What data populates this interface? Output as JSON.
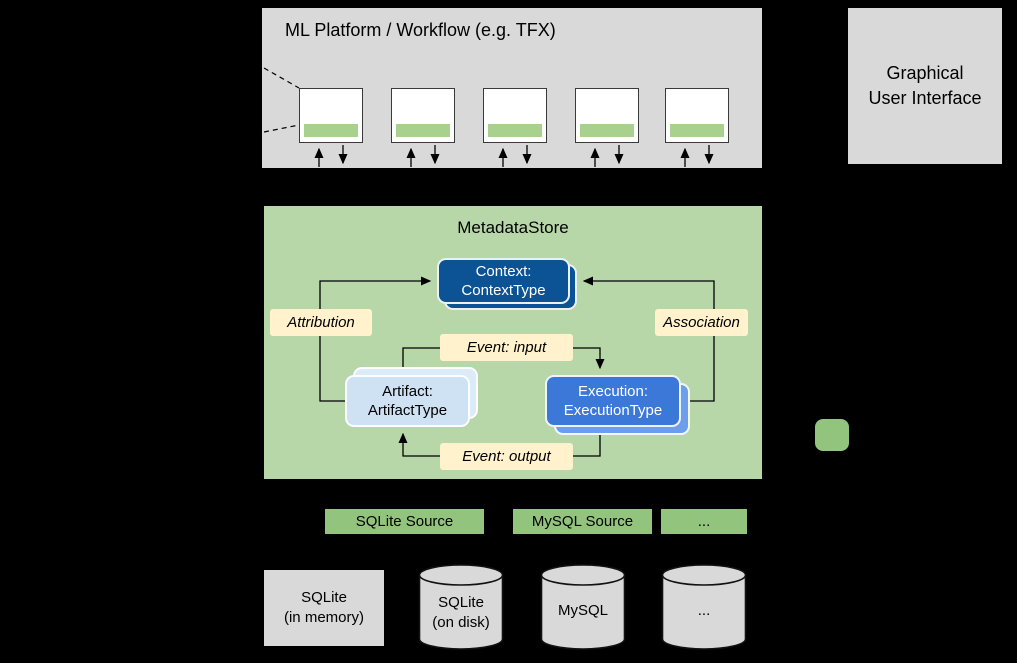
{
  "platform": {
    "title": "ML Platform / Workflow (e.g. TFX)"
  },
  "gui": {
    "line1": "Graphical",
    "line2": "User Interface"
  },
  "store": {
    "title": "MetadataStore",
    "context": {
      "line1": "Context:",
      "line2": "ContextType"
    },
    "artifact": {
      "line1": "Artifact:",
      "line2": "ArtifactType"
    },
    "execution": {
      "line1": "Execution:",
      "line2": "ExecutionType"
    },
    "labels": {
      "attribution": "Attribution",
      "association": "Association",
      "event_input": "Event: input",
      "event_output": "Event: output"
    }
  },
  "sources": [
    {
      "label": "SQLite Source"
    },
    {
      "label": "MySQL Source"
    },
    {
      "label": "..."
    }
  ],
  "storage": {
    "memory": {
      "line1": "SQLite",
      "line2": "(in memory)"
    },
    "cylinders": [
      {
        "line1": "SQLite",
        "line2": "(on disk)"
      },
      {
        "line1": "MySQL",
        "line2": ""
      },
      {
        "line1": "...",
        "line2": ""
      }
    ]
  },
  "colors": {
    "store_green": "#b7d7a8",
    "client_green": "#a9d18e",
    "source_green": "#93c47d",
    "box_gray": "#d9d9d9",
    "context_blue": "#0b5394",
    "execution_blue": "#3c78d8",
    "artifact_blue": "#cfe2f3",
    "label_cream": "#fff2cc"
  }
}
